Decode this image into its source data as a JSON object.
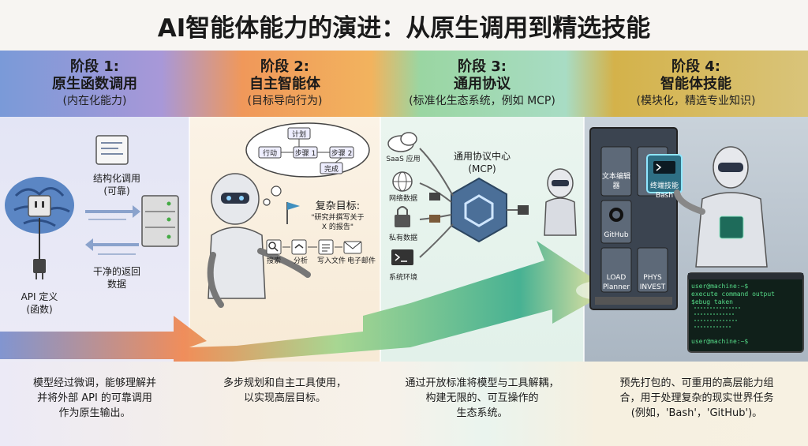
{
  "title": "AI智能体能力的演进：从原生调用到精选技能",
  "stages": [
    {
      "heading": "阶段 1:",
      "name": "原生函数调用",
      "sub": "(内在化能力)",
      "labels": {
        "structured": "结构化调用",
        "reliable": "(可靠)",
        "clean": "干净的返回",
        "data": "数据",
        "api": "API 定义",
        "func": "(函数)"
      },
      "desc": [
        "模型经过微调，能够理解并",
        "并将外部 API 的可靠调用",
        "作为原生输出。"
      ]
    },
    {
      "heading": "阶段 2:",
      "name": "自主智能体",
      "sub": "(目标导向行为)",
      "labels": {
        "plan": "计划",
        "act": "行动",
        "step1": "步骤 1",
        "step2": "步骤 2",
        "done": "完成",
        "goal": "复杂目标:",
        "goal_text1": "\"研究并撰写关于",
        "goal_text2": "X 的报告\"",
        "search": "搜索",
        "analyze": "分析",
        "write": "写入文件",
        "email": "电子邮件"
      },
      "desc": [
        "多步规划和自主工具使用，",
        "以实现高层目标。"
      ]
    },
    {
      "heading": "阶段 3:",
      "name": "通用协议",
      "sub": "(标准化生态系统，例如 MCP)",
      "labels": {
        "saas": "SaaS 应用",
        "hub": "通用协议中心",
        "mcp": "(MCP)",
        "web": "网络数据",
        "private": "私有数据",
        "env": "系统环境"
      },
      "desc": [
        "通过开放标准将模型与工具解耦，",
        "构建无限的、可互操作的",
        "生态系统。"
      ]
    },
    {
      "heading": "阶段 4:",
      "name": "智能体技能",
      "sub": "(模块化，精选专业知识)",
      "labels": {
        "text_edit": "文本编辑器",
        "bash_skill": "终端技能",
        "bash": "Bash",
        "github": "GitHub",
        "load": "LOAD",
        "planner": "Planner",
        "skill_a": "PHYS",
        "skill_b": "INVEST",
        "term1": "user@machine:~$",
        "term2": "execute command output",
        "term3": "$ebug taken",
        "term4": "user@machine:~$"
      },
      "desc": [
        "预先打包的、可重用的高层能力组",
        "合，用于处理复杂的现实世界任务",
        "(例如，'Bash'，'GitHub')。"
      ]
    }
  ],
  "colors": {
    "arrow_start": "#6f86c9",
    "arrow_mid": "#f0834a",
    "arrow_end": "#f6e7a0",
    "brain": "#5b86c4",
    "terminal_bg": "#10201a",
    "terminal_text": "#55d987"
  }
}
